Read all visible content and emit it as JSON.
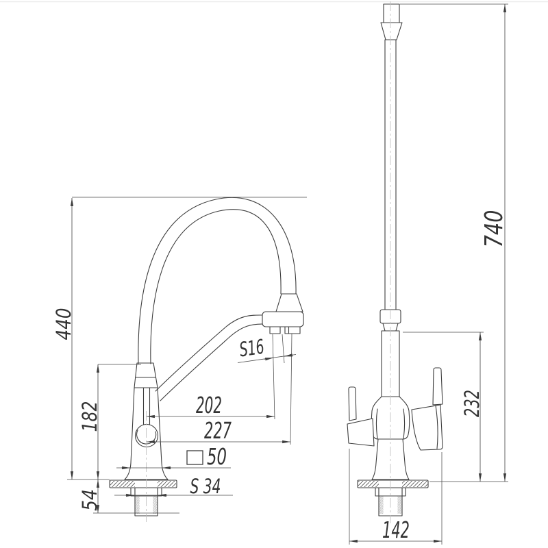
{
  "drawing": {
    "type": "faucet-technical-drawing",
    "colors": {
      "background": "#ffffff",
      "line": "#3d3d3d",
      "dimension_line": "#4a4a4a",
      "centerline": "#c2c2c2",
      "text": "#333333"
    },
    "dimensions": {
      "overall_height": "440",
      "body_height": "182",
      "under_counter_depth": "54",
      "reach_filtered_outlet": "202",
      "reach_main_outlet": "227",
      "base_square": "50",
      "shank_wrench_size": "S 34",
      "aerator_wrench_size": "S16",
      "hose_raised_height": "740",
      "side_body_height": "232",
      "overall_depth": "142"
    }
  }
}
